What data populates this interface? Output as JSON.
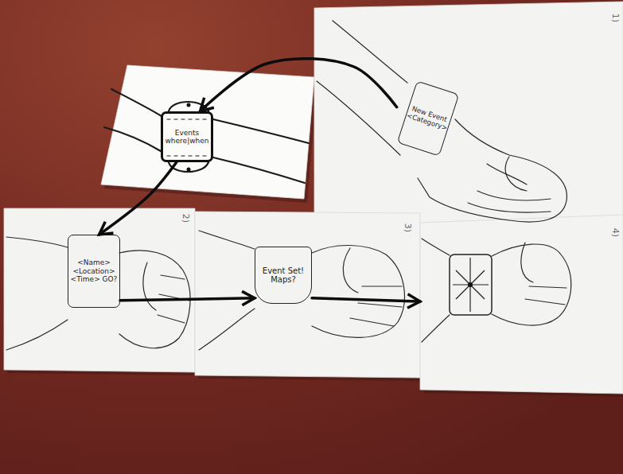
{
  "diagram": {
    "nodes": [
      {
        "text": [
          "1)"
        ]
      },
      {
        "text": [
          "New Event <Category>"
        ],
        "in": 0
      },
      {
        "text": [
          "Events where|when"
        ]
      },
      {
        "text": [
          "2)"
        ]
      },
      {
        "text": [
          "<Name> <Location> <Time> GO?"
        ],
        "in": 3
      },
      {
        "text": [
          "3)"
        ]
      },
      {
        "text": [
          "Event Set! Maps?"
        ],
        "in": 5
      },
      {
        "text": [
          "4)"
        ]
      }
    ],
    "edges": [
      {
        "from": 1,
        "to": 2,
        "arrow": "to"
      },
      {
        "from": 2,
        "to": 4,
        "arrow": "to"
      },
      {
        "from": 4,
        "to": 6,
        "arrow": "to"
      },
      {
        "from": 6,
        "to": 7,
        "arrow": "to"
      }
    ]
  }
}
